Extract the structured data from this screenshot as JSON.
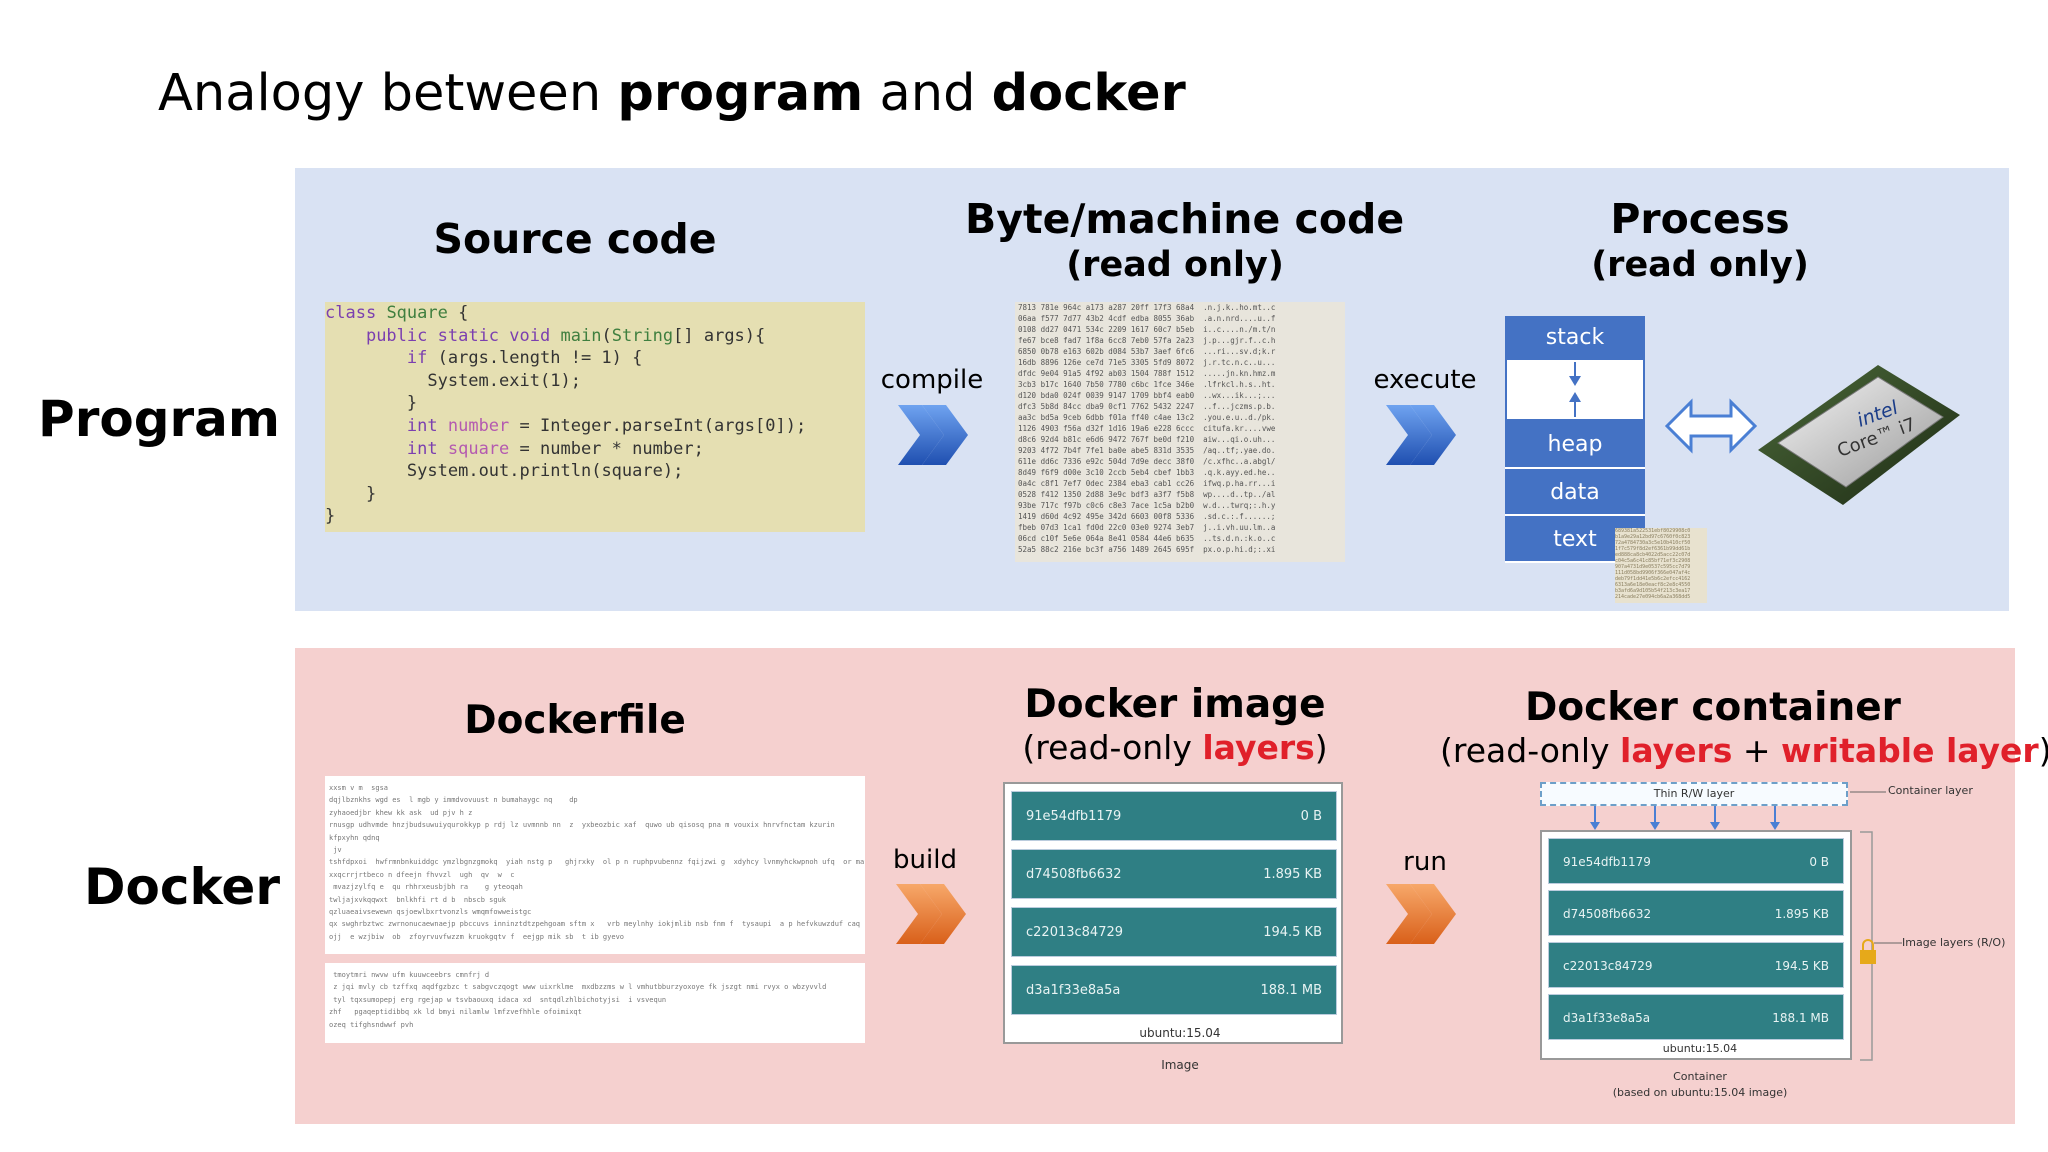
{
  "title": {
    "part1": "Analogy between ",
    "bold1": "program",
    "part2": " and ",
    "bold2": "docker"
  },
  "program": {
    "row_label": "Program",
    "source_heading": "Source code",
    "code_lines": [
      "class Square {",
      "    public static void main(String[] args){",
      "        if (args.length != 1) {",
      "          System.exit(1);",
      "        }",
      "        int number = Integer.parseInt(args[0]);",
      "        int square = number * number;",
      "        System.out.println(square);",
      "    }",
      "}"
    ],
    "compile_label": "compile",
    "byte_heading": "Byte/machine code",
    "byte_sub": "(read only)",
    "execute_label": "execute",
    "process_heading": "Process",
    "process_sub": "(read only)",
    "process_cells": {
      "stack": "stack",
      "heap": "heap",
      "data": "data",
      "text": "text"
    },
    "cpu_brand": "intel",
    "cpu_model": "Core™ i7"
  },
  "docker": {
    "row_label": "Docker",
    "dockerfile_heading": "Dockerfile",
    "build_label": "build",
    "image_heading": "Docker image",
    "image_sub_prefix": "(read-only ",
    "image_sub_red": "layers",
    "image_sub_suffix": ")",
    "run_label": "run",
    "container_heading": "Docker container",
    "container_sub_prefix": "(read-only ",
    "container_sub_red1": "layers",
    "container_sub_mid": " + ",
    "container_sub_red2": "writable layer",
    "container_sub_suffix": ")",
    "layers": [
      {
        "id": "91e54dfb1179",
        "size": "0 B"
      },
      {
        "id": "d74508fb6632",
        "size": "1.895 KB"
      },
      {
        "id": "c22013c84729",
        "size": "194.5 KB"
      },
      {
        "id": "d3a1f33e8a5a",
        "size": "188.1 MB"
      }
    ],
    "base_image": "ubuntu:15.04",
    "image_caption": "Image",
    "thin_layer": "Thin R/W layer",
    "container_layer_label": "Container layer",
    "image_layers_label": "Image layers (R/O)",
    "container_caption": "Container",
    "container_caption2": "(based on ubuntu:15.04 image)"
  },
  "colors": {
    "program_panel": "#d9e2f3",
    "docker_panel": "#f5d0cf",
    "process_blue": "#4472c4",
    "layer_teal": "#2f7f84",
    "accent_red": "#e0202a",
    "arrow_blue": "#2f6fd6",
    "arrow_orange": "#ed7d31"
  }
}
